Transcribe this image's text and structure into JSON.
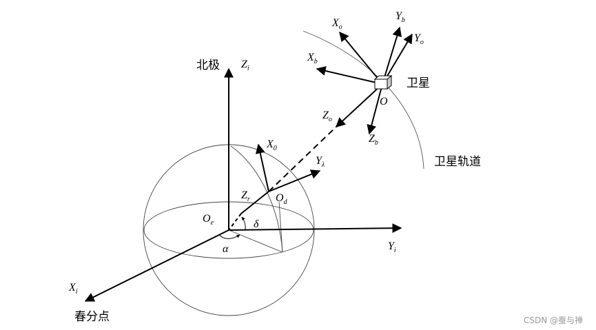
{
  "labels": {
    "north_pole": "北极",
    "satellite": "卫星",
    "orbit": "卫星轨道",
    "vernal_equinox": "春分点"
  },
  "axes": {
    "zi": {
      "main": "Z",
      "sub": "i"
    },
    "yi": {
      "main": "Y",
      "sub": "i"
    },
    "xi": {
      "main": "X",
      "sub": "i"
    },
    "oe": {
      "main": "O",
      "sub": "e"
    },
    "od": {
      "main": "O",
      "sub": "d"
    },
    "x0": {
      "main": "X",
      "sub": "0"
    },
    "ylam": {
      "main": "Y",
      "sub": "λ"
    },
    "zr": {
      "main": "Z",
      "sub": "r"
    },
    "zo": {
      "main": "Z",
      "sub": "o"
    },
    "xo": {
      "main": "X",
      "sub": "o"
    },
    "yo": {
      "main": "Y",
      "sub": "o"
    },
    "xb": {
      "main": "X",
      "sub": "b"
    },
    "yb": {
      "main": "Y",
      "sub": "b"
    },
    "zb": {
      "main": "Z",
      "sub": "b"
    },
    "o": {
      "main": "O"
    }
  },
  "angles": {
    "alpha": "α",
    "delta": "δ"
  },
  "watermark": "CSDN @蚕与禅"
}
